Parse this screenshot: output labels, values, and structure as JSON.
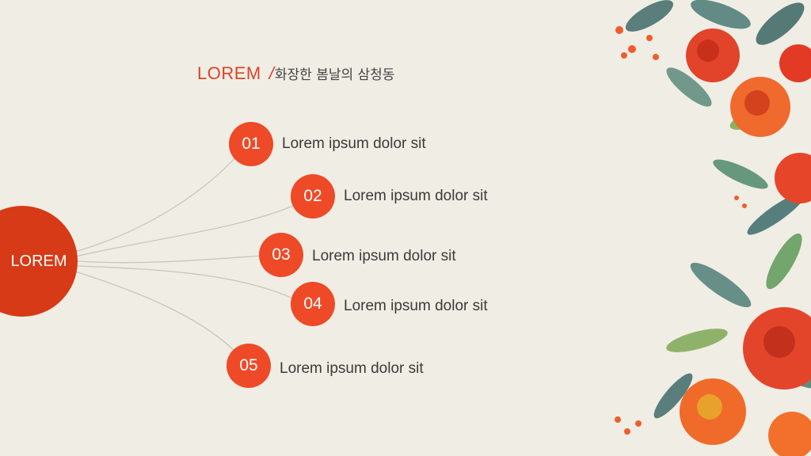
{
  "header": {
    "title": "LOREM",
    "slash": "/",
    "subtitle": "화장한 봄날의 삼청동"
  },
  "hub": {
    "label": "LOREM"
  },
  "items": [
    {
      "number": "01",
      "label": "Lorem ipsum dolor sit"
    },
    {
      "number": "02",
      "label": "Lorem ipsum dolor sit"
    },
    {
      "number": "03",
      "label": "Lorem ipsum dolor sit"
    },
    {
      "number": "04",
      "label": "Lorem ipsum dolor sit"
    },
    {
      "number": "05",
      "label": "Lorem ipsum dolor sit"
    }
  ],
  "colors": {
    "background": "#f0ede4",
    "accent": "#ee4a27",
    "hub": "#d73a16",
    "title": "#d9442b"
  },
  "decoration": "watercolor-floral-border"
}
